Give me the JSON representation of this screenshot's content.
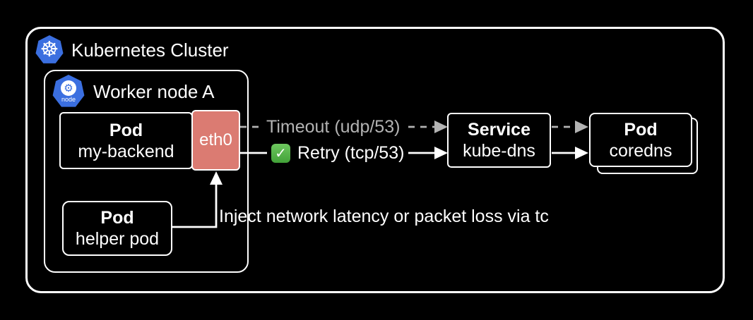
{
  "colors": {
    "background": "#000000",
    "stroke": "#ffffff",
    "muted_gray": "#b3b3b3",
    "eth0_fill": "#db7b72",
    "kubernetes_blue": "#3b6fe0",
    "check_green": "#55b44a"
  },
  "cluster": {
    "title": "Kubernetes Cluster"
  },
  "worker_node": {
    "title": "Worker node A",
    "icon_label": "node"
  },
  "icons": {
    "kubernetes_wheel_glyph": "☸",
    "node_gear_glyph": "⚙",
    "check_glyph": "✓"
  },
  "nodes": {
    "backend_pod": {
      "kind": "Pod",
      "name": "my-backend"
    },
    "eth0": {
      "label": "eth0"
    },
    "helper_pod": {
      "kind": "Pod",
      "name": "helper pod"
    },
    "dns_service": {
      "kind": "Service",
      "name": "kube-dns"
    },
    "coredns_pod": {
      "kind": "Pod",
      "name": "coredns",
      "stacked": true
    }
  },
  "edges": {
    "timeout": {
      "label": "Timeout (udp/53)",
      "style": "dashed",
      "color": "#b3b3b3"
    },
    "retry": {
      "label": "Retry (tcp/53)",
      "style": "solid",
      "color": "#ffffff",
      "status_icon": "check-emoji"
    },
    "inject": {
      "label": "Inject network latency or packet loss via tc",
      "style": "solid",
      "color": "#ffffff"
    }
  }
}
